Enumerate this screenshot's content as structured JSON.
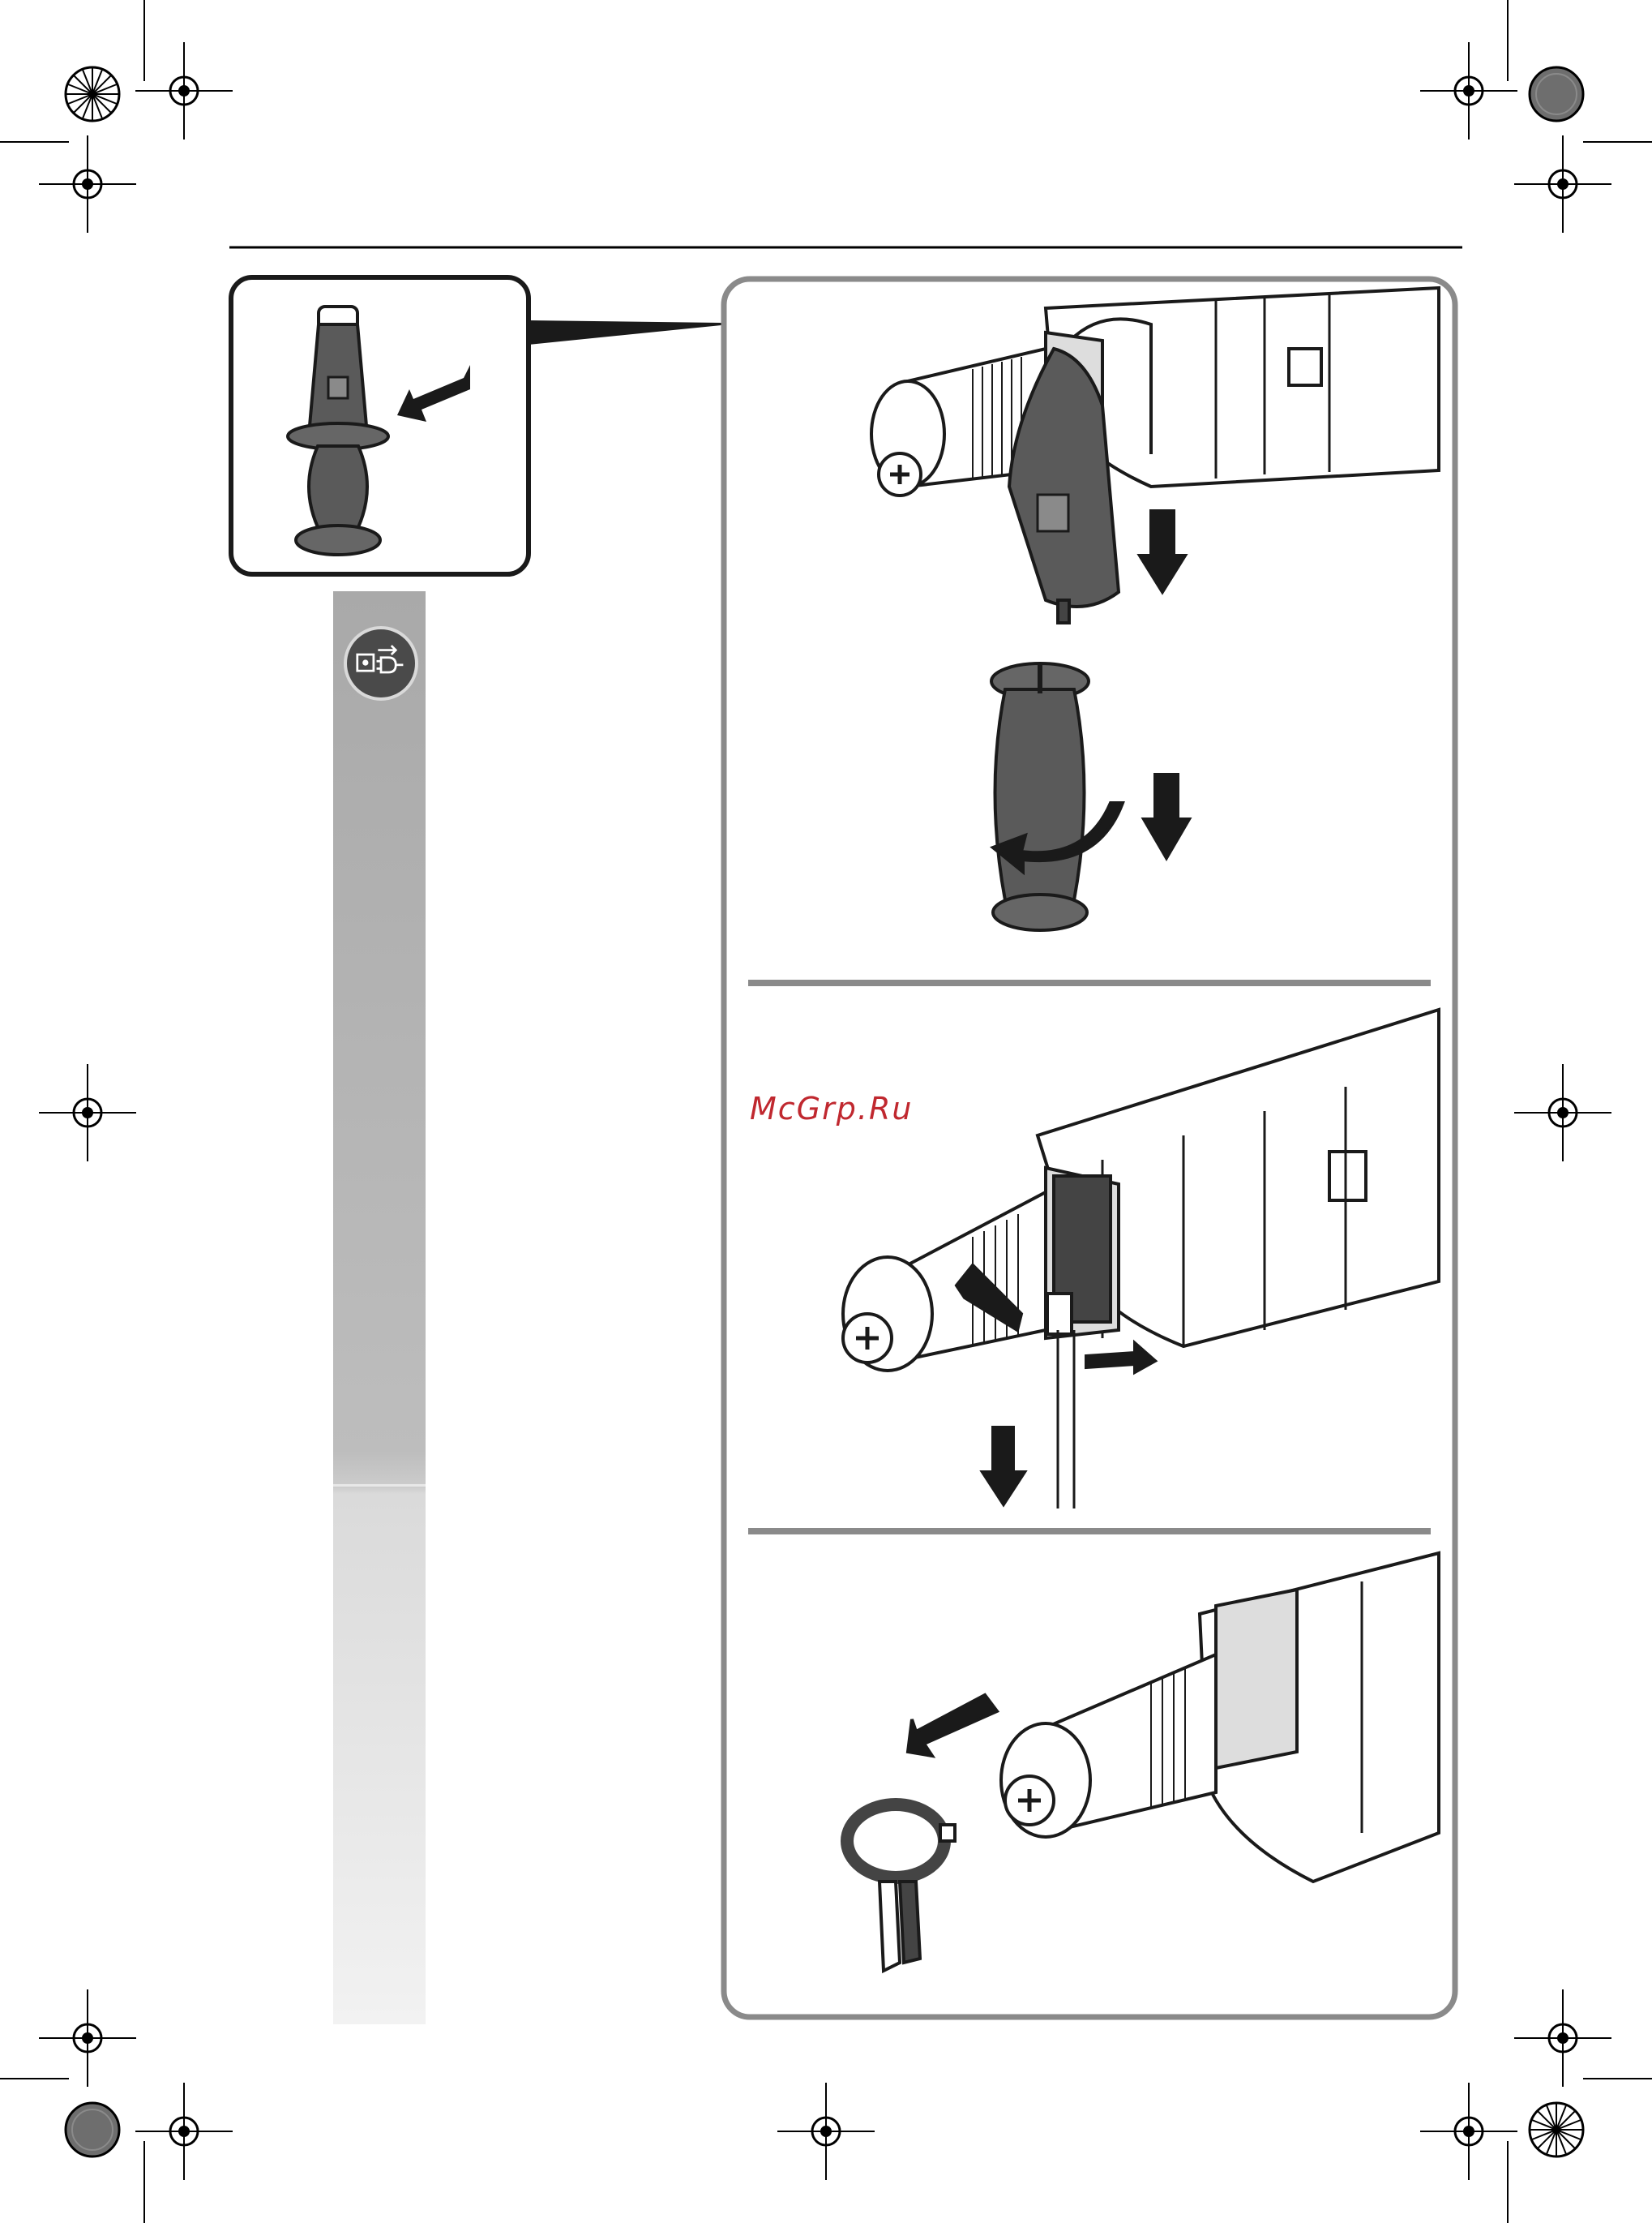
{
  "watermark": {
    "text": "McGrp.Ru"
  },
  "icons": {
    "registration_mark": "crosshair-registration-icon",
    "color_target": "color-wheel-target-icon",
    "unplug": "unplug-power-icon"
  },
  "colors": {
    "frame": "#8a8a8a",
    "ink": "#1a1a1a",
    "band_top": "#a9a9a9",
    "band_bottom": "#f2f2f2",
    "watermark": "#c0282f",
    "tool_dark": "#555555"
  },
  "panels": [
    {
      "id": "step-1-attach-handle"
    },
    {
      "id": "step-2-depth-stop"
    },
    {
      "id": "step-3-remove-clamp"
    }
  ]
}
